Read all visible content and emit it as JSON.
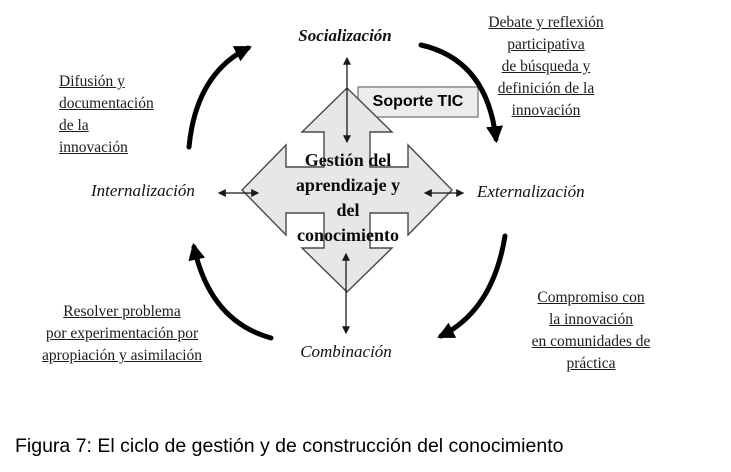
{
  "figure": {
    "caption": "Figura 7: El ciclo de gestión y de construcción del conocimiento",
    "center_shape": {
      "label": "Gestión del\naprendizaje y\ndel\nconocimiento",
      "shape": "four-way-arrow"
    },
    "support_box": {
      "label": "Soporte TIC"
    },
    "nodes": {
      "top": "Socialización",
      "right": "Externalización",
      "bottom": "Combinación",
      "left": "Internalización"
    },
    "annotations": {
      "top_left": "Difusión y\ndocumentación\nde la\ninnovación",
      "top_right": "Debate y reflexión\nparticipativa\nde búsqueda y\ndefinición de la\ninnovación",
      "bottom_left": "Resolver problema\npor experimentación por\napropiación y asimilación",
      "bottom_right": "Compromiso con\nla innovación\nen comunidades de\npráctica"
    },
    "colors": {
      "background": "#ffffff",
      "shape_fill": "#e7e7e7",
      "shape_border": "#4a4a4a",
      "arrow": "#000000",
      "text": "#111111"
    }
  }
}
